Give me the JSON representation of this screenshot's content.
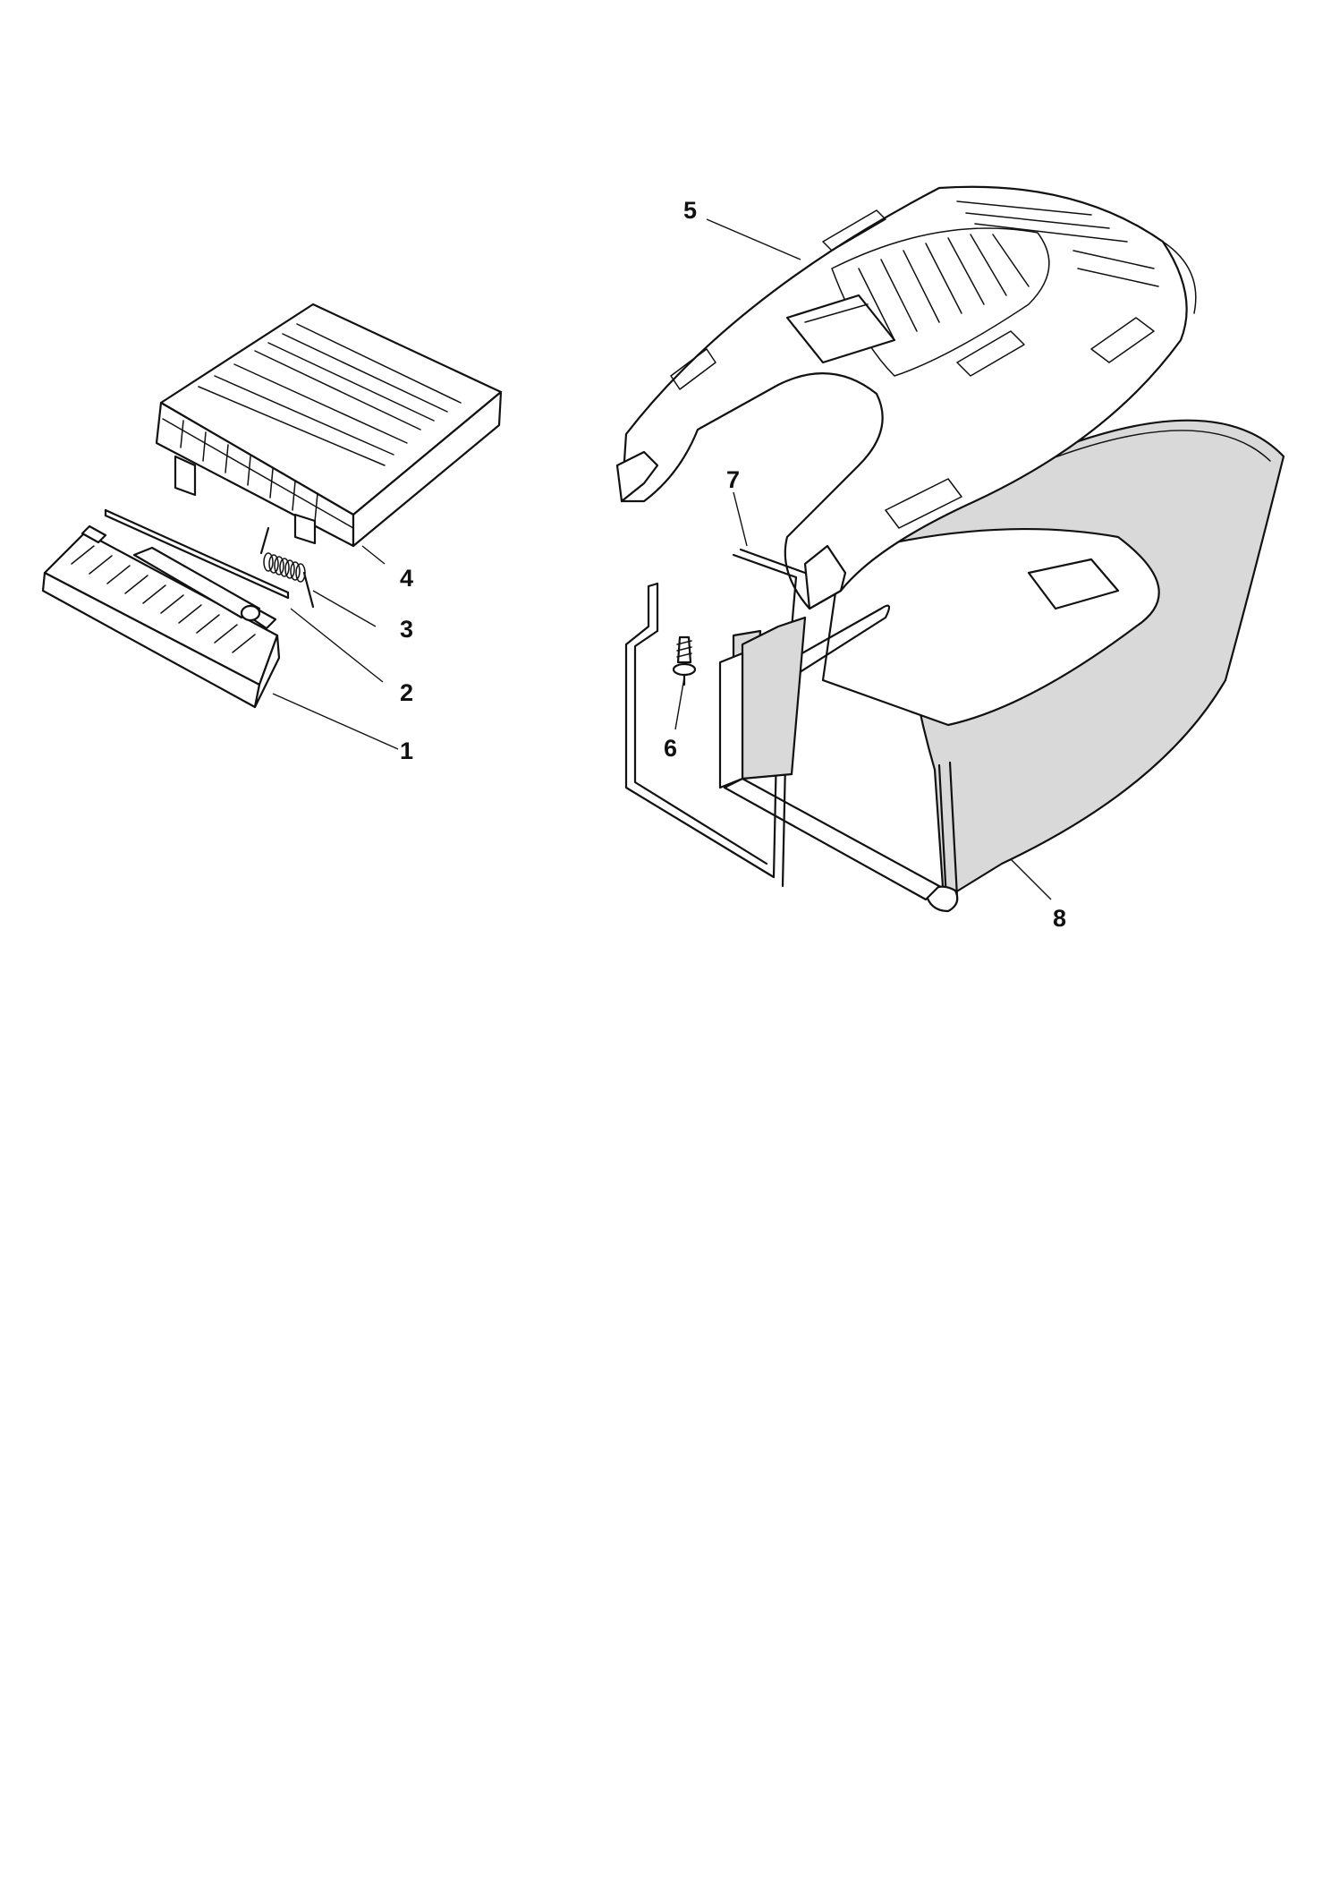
{
  "diagram": {
    "callouts": [
      {
        "id": "1",
        "label": "1"
      },
      {
        "id": "2",
        "label": "2"
      },
      {
        "id": "3",
        "label": "3"
      },
      {
        "id": "4",
        "label": "4"
      },
      {
        "id": "5",
        "label": "5"
      },
      {
        "id": "6",
        "label": "6"
      },
      {
        "id": "7",
        "label": "7"
      },
      {
        "id": "8",
        "label": "8"
      }
    ],
    "colors": {
      "line": "#111111",
      "bag_fill": "#d9d9d9",
      "background": "#ffffff"
    }
  }
}
